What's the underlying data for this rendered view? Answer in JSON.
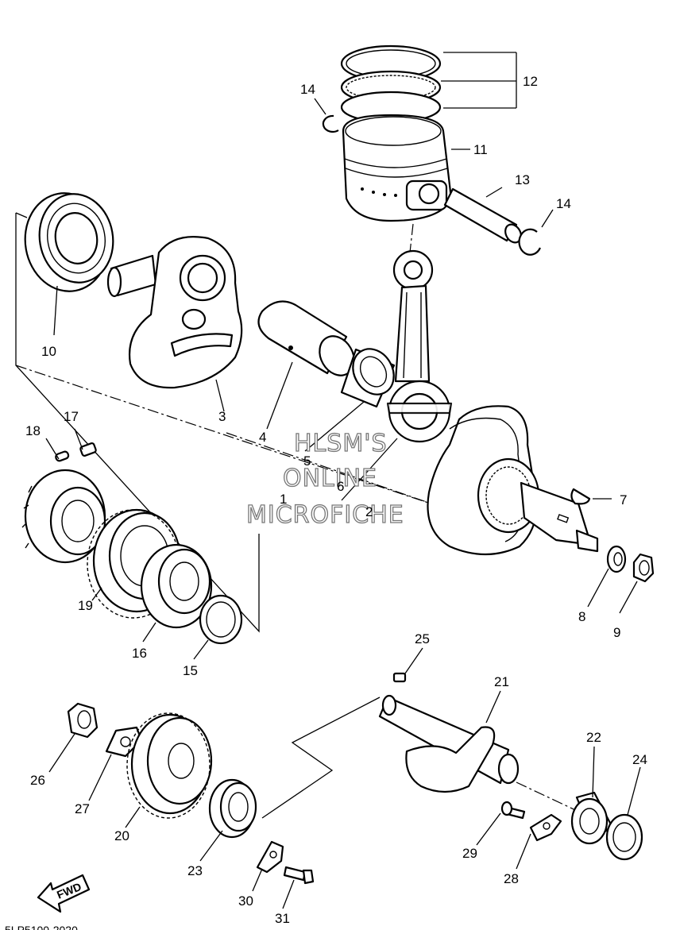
{
  "callouts": [
    "1",
    "2",
    "3",
    "4",
    "5",
    "6",
    "7",
    "8",
    "9",
    "10",
    "11",
    "12",
    "13",
    "14",
    "14",
    "15",
    "16",
    "17",
    "18",
    "19",
    "20",
    "21",
    "22",
    "23",
    "24",
    "25",
    "26",
    "27",
    "28",
    "29",
    "30",
    "31"
  ],
  "watermark": {
    "line1": "HLSM'S",
    "line2": "ONLINE",
    "line3": "MICROFICHE"
  },
  "fwd_label": "FWD",
  "figure_code": "5LP5100-2020"
}
